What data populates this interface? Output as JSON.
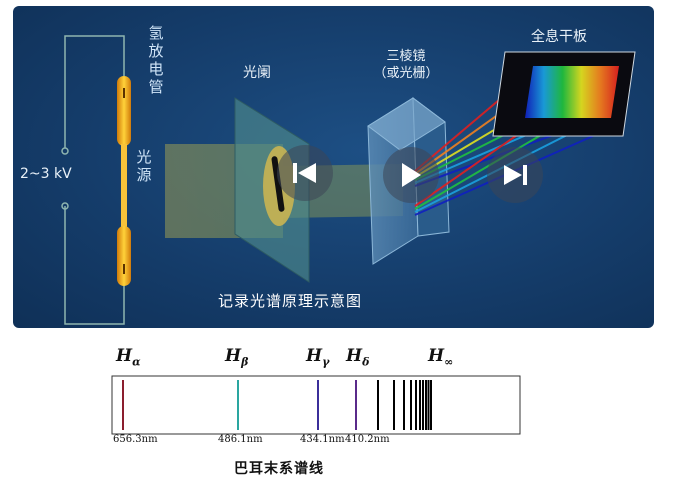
{
  "diagram": {
    "voltage_label": "2~3 kV",
    "tube_label": "氢放电管",
    "source_label": "光源",
    "aperture_label": "光阑",
    "prism_label_line1": "三棱镜",
    "prism_label_line2": "（或光栅）",
    "plate_label": "全息干板",
    "caption": "记录光谱原理示意图"
  },
  "player": {
    "prev_icon": "skip-previous-icon",
    "play_icon": "play-icon",
    "next_icon": "skip-next-icon"
  },
  "balmer": {
    "caption": "巴耳末系谱线",
    "lines": [
      {
        "symbol": "H",
        "sub": "α",
        "wavelength": "656.3nm",
        "color": "#8b1e2e"
      },
      {
        "symbol": "H",
        "sub": "β",
        "wavelength": "486.1nm",
        "color": "#2aa6a0"
      },
      {
        "symbol": "H",
        "sub": "γ",
        "wavelength": "434.1nm",
        "color": "#3b2f9a"
      },
      {
        "symbol": "H",
        "sub": "δ",
        "wavelength": "410.2nm",
        "color": "#5a2a8a"
      },
      {
        "symbol": "H",
        "sub": "∞",
        "wavelength": "",
        "color": "#000000"
      }
    ]
  },
  "colors": {
    "slide_bg": "#153d6b",
    "tube": "#f2a51e",
    "wire": "#8fb6b0"
  }
}
